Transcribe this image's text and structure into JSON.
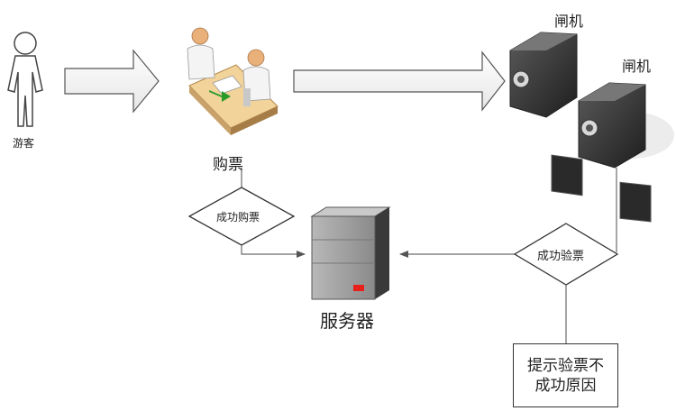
{
  "nodes": {
    "visitor": {
      "label": "游客"
    },
    "purchase": {
      "label": "购票"
    },
    "gate1": {
      "label": "闸机"
    },
    "gate2": {
      "label": "闸机"
    },
    "server": {
      "label": "服务器"
    }
  },
  "decisions": {
    "purchase_success": {
      "label": "成功购票"
    },
    "verify_success": {
      "label": "成功验票"
    }
  },
  "reason_box": {
    "line1": "提示验票不",
    "line2": "成功原因"
  },
  "colors": {
    "line": "#6b6b6b",
    "arrow_fill": "#f7f7f7",
    "server_body": "#9a9a9a",
    "server_led": "#e8201a",
    "camera_body": "#3c3c3c",
    "desk_top": "#f2d39a"
  }
}
